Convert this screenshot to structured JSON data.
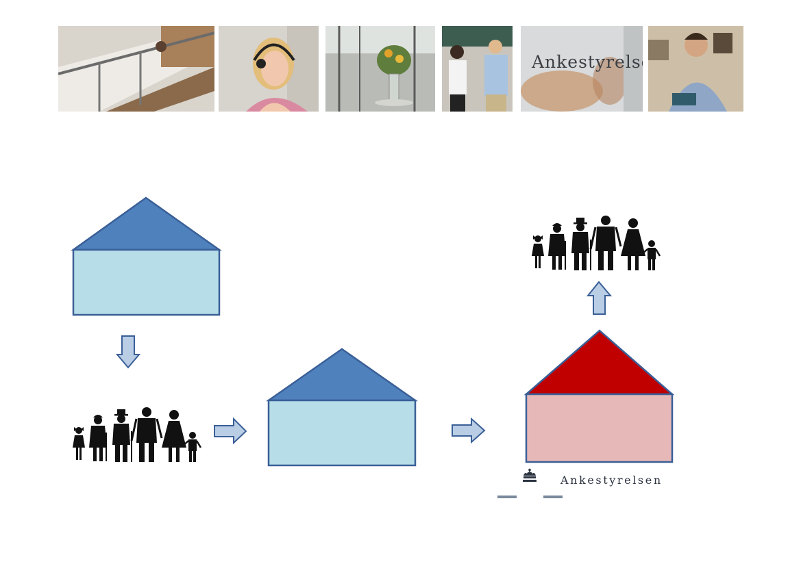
{
  "header_photos": [
    {
      "name": "photo-staircase",
      "icon": "staircase-photo"
    },
    {
      "name": "photo-call-center-agent",
      "icon": "headset-agent-photo"
    },
    {
      "name": "photo-lobby-flowers",
      "icon": "lobby-photo"
    },
    {
      "name": "photo-two-colleagues",
      "icon": "colleagues-photo"
    },
    {
      "name": "photo-glass-sign",
      "icon": "glass-sign-photo",
      "sign_text": "Ankestyrelsen"
    },
    {
      "name": "photo-man-reading",
      "icon": "reading-man-photo"
    }
  ],
  "colors": {
    "house_roof_blue": "#4f81bd",
    "house_body_blue": "#b7dee8",
    "house_outline": "#3a5f97",
    "house_roof_red": "#c00000",
    "house_body_red": "#e6b9b8",
    "arrow_fill": "#b9cde5",
    "arrow_outline": "#3a5f97",
    "family_fill": "#111111"
  },
  "brand": {
    "logo_text": "Ankestyrelsen",
    "crown_icon": "crown-icon"
  }
}
